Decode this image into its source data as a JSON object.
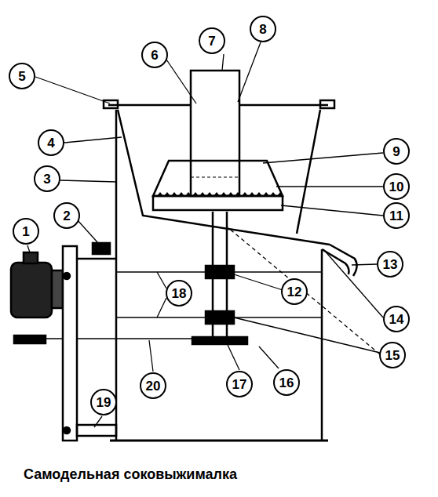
{
  "diagram": {
    "caption": "Самодельная соковыжималка",
    "nodes": [
      {
        "text": [
          "1"
        ]
      },
      {
        "text": [
          "2"
        ]
      },
      {
        "text": [
          "3"
        ]
      },
      {
        "text": [
          "4"
        ]
      },
      {
        "text": [
          "5"
        ]
      },
      {
        "text": [
          "6"
        ]
      },
      {
        "text": [
          "7"
        ]
      },
      {
        "text": [
          "8"
        ]
      },
      {
        "text": [
          "9"
        ]
      },
      {
        "text": [
          "10"
        ]
      },
      {
        "text": [
          "11"
        ]
      },
      {
        "text": [
          "12"
        ]
      },
      {
        "text": [
          "13"
        ]
      },
      {
        "text": [
          "14"
        ]
      },
      {
        "text": [
          "15"
        ]
      },
      {
        "text": [
          "16"
        ]
      },
      {
        "text": [
          "17"
        ]
      },
      {
        "text": [
          "18"
        ]
      },
      {
        "text": [
          "19"
        ]
      },
      {
        "text": [
          "20"
        ]
      }
    ]
  }
}
